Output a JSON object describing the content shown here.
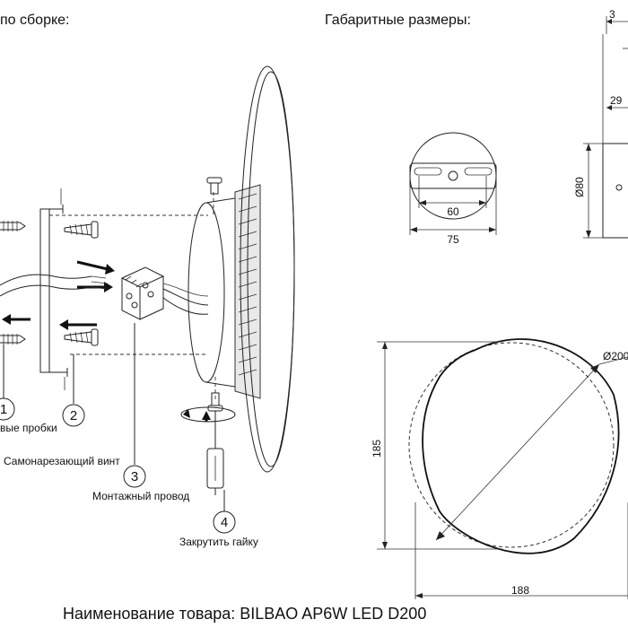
{
  "headings": {
    "assembly": "по сборке:",
    "dimensions": "Габаритные размеры:"
  },
  "callouts": [
    {
      "number": "1",
      "label": "вые пробки"
    },
    {
      "number": "2",
      "label": "Самонарезающий винт"
    },
    {
      "number": "3",
      "label": "Монтажный провод"
    },
    {
      "number": "4",
      "label": "Закрутить гайку"
    }
  ],
  "dimensions": {
    "top_right_a": "3",
    "top_right_b": "29",
    "side_diameter": "Ø80",
    "bracket_inner": "60",
    "bracket_outer": "75",
    "shade_diameter": "Ø200",
    "height": "185",
    "width": "188"
  },
  "product_name": "Наименование товара: BILBAO AP6W LED D200"
}
